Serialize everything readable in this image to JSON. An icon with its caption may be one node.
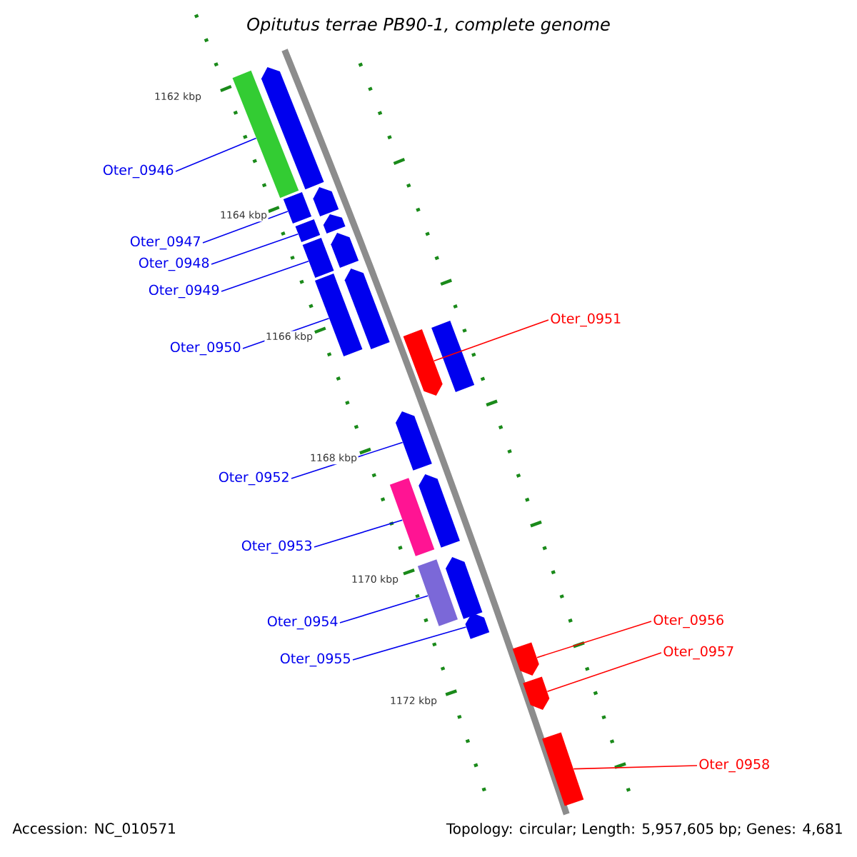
{
  "diagram": {
    "title": "Opitutus terrae PB90-1, complete genome",
    "nodes": [
      {
        "text": [
          "Oter_0946"
        ]
      },
      {
        "text": [
          "Oter_0947"
        ]
      },
      {
        "text": [
          "Oter_0948"
        ]
      },
      {
        "text": [
          "Oter_0949"
        ]
      },
      {
        "text": [
          "Oter_0950"
        ]
      },
      {
        "text": [
          "Oter_0951"
        ]
      },
      {
        "text": [
          "Oter_0952"
        ]
      },
      {
        "text": [
          "Oter_0953"
        ]
      },
      {
        "text": [
          "Oter_0954"
        ]
      },
      {
        "text": [
          "Oter_0955"
        ]
      },
      {
        "text": [
          "Oter_0956"
        ]
      },
      {
        "text": [
          "Oter_0957"
        ]
      },
      {
        "text": [
          "Oter_0958"
        ]
      },
      {
        "text": [],
        "shape": "box"
      },
      {
        "text": [],
        "shape": "box"
      },
      {
        "text": [],
        "shape": "box"
      },
      {
        "text": [],
        "shape": "box"
      },
      {
        "text": [],
        "shape": "box"
      },
      {
        "text": [],
        "shape": "pentagon"
      },
      {
        "text": [],
        "shape": "pentagon"
      },
      {
        "text": [],
        "shape": "box"
      },
      {
        "text": [],
        "shape": "box"
      },
      {
        "text": [],
        "shape": "pentagon"
      },
      {
        "text": [],
        "shape": "pentagon"
      },
      {
        "text": [],
        "shape": "pentagon"
      },
      {
        "text": [],
        "shape": "box"
      },
      {
        "text": [],
        "shape": "pentagon"
      },
      {
        "text": [],
        "shape": "pentagon"
      },
      {
        "text": [],
        "shape": "pentagon"
      },
      {
        "text": [],
        "shape": "pentagon"
      },
      {
        "text": [],
        "shape": "pentagon"
      },
      {
        "text": [],
        "shape": "box"
      },
      {
        "text": [],
        "shape": "pentagon"
      },
      {
        "text": [],
        "shape": "pentagon"
      }
    ],
    "edges": [
      {
        "from": 0,
        "to": 13,
        "arrow": "none"
      },
      {
        "from": 1,
        "to": 14,
        "arrow": "none"
      },
      {
        "from": 2,
        "to": 15,
        "arrow": "none"
      },
      {
        "from": 3,
        "to": 16,
        "arrow": "none"
      },
      {
        "from": 4,
        "to": 17,
        "arrow": "none"
      },
      {
        "from": 5,
        "to": 18,
        "arrow": "none",
        "color": "#ff0000"
      },
      {
        "from": 6,
        "to": 19,
        "arrow": "none"
      },
      {
        "from": 7,
        "to": 20,
        "arrow": "none"
      },
      {
        "from": 8,
        "to": 21,
        "arrow": "none"
      },
      {
        "from": 9,
        "to": 22,
        "arrow": "none"
      },
      {
        "from": 10,
        "to": 23,
        "arrow": "none",
        "color": "#ff0000"
      },
      {
        "from": 11,
        "to": 24,
        "arrow": "none",
        "color": "#ff0000"
      },
      {
        "from": 12,
        "to": 25,
        "arrow": "none",
        "color": "#ff0000"
      }
    ],
    "labels": [
      "1162 kbp",
      "1164 kbp",
      "1166 kbp",
      "1168 kbp",
      "1170 kbp",
      "1172 kbp",
      "Accession: NC_010571",
      "Topology: circular; Length: 5,957,605 bp; Genes: 4,681"
    ]
  }
}
